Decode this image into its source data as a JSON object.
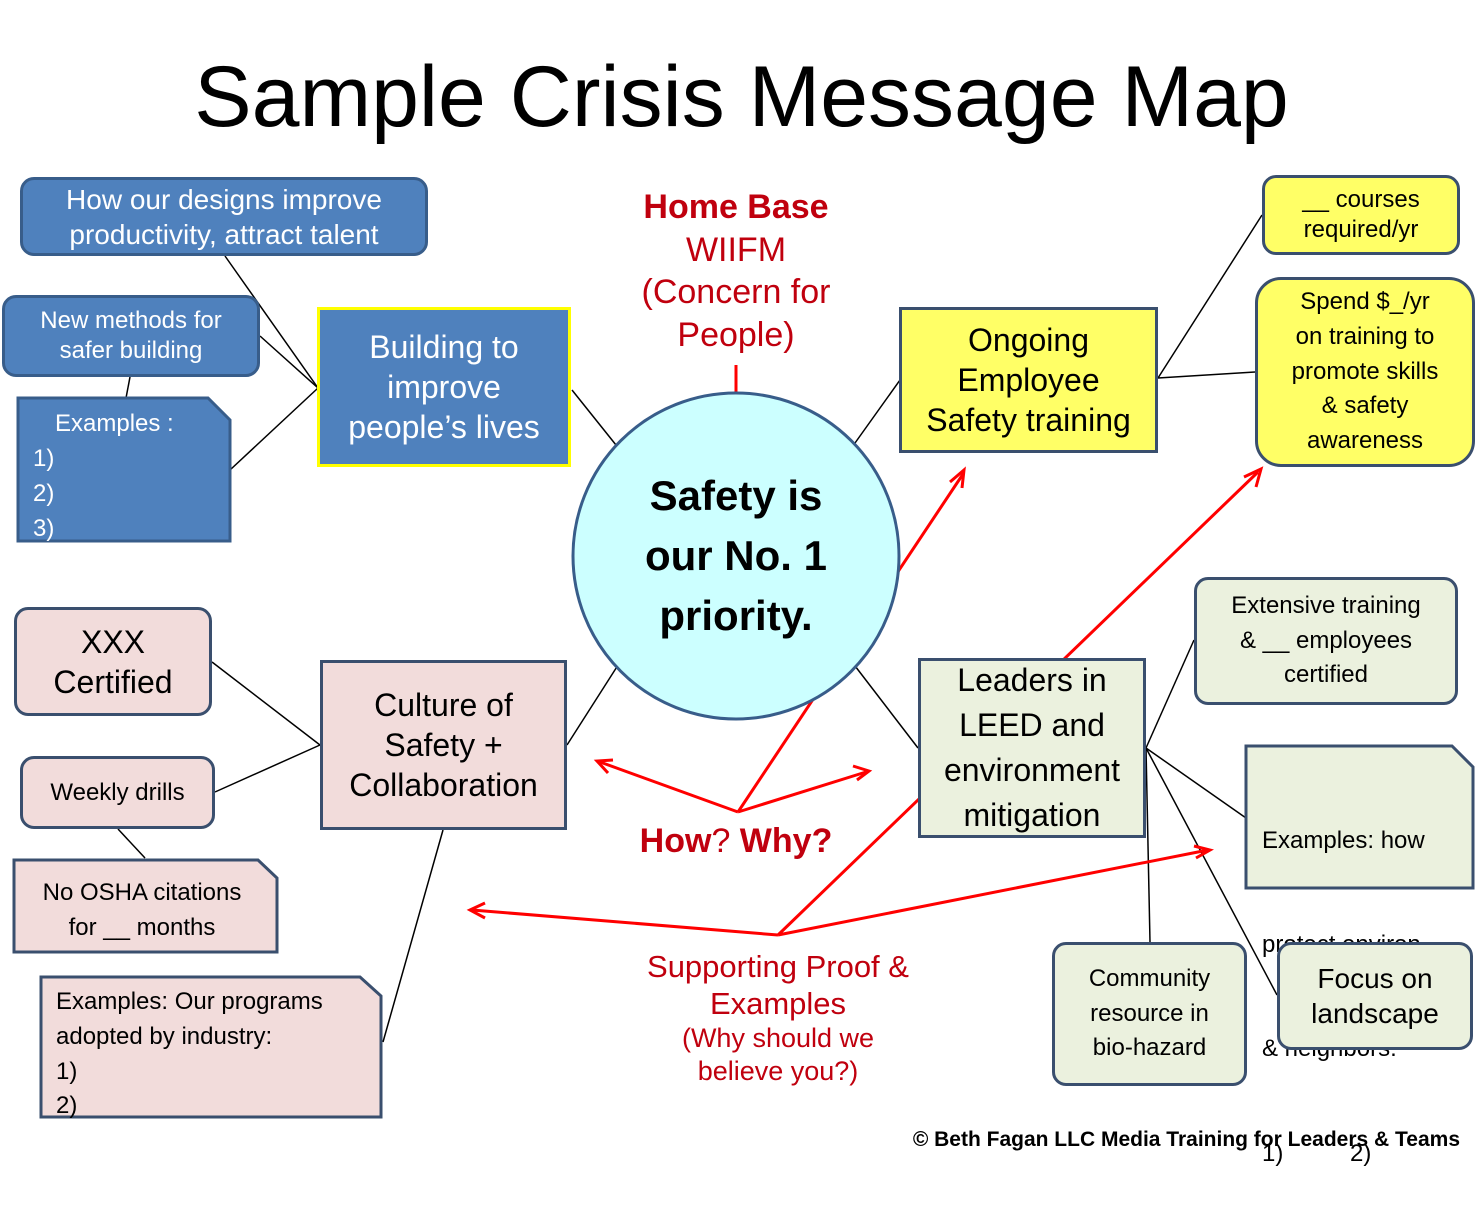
{
  "title": "Sample Crisis Message Map",
  "center": {
    "lines": [
      "Safety is",
      "our No. 1",
      "priority."
    ]
  },
  "home_base": {
    "label": "Home Base",
    "lines": [
      "WIIFM",
      "(Concern for",
      "People)"
    ]
  },
  "how_why": {
    "how": "How",
    "q": "? ",
    "why": "Why?"
  },
  "supporting": {
    "lines": [
      "Supporting Proof &",
      "Examples"
    ],
    "sub": [
      "(Why should we",
      "believe you?)"
    ]
  },
  "topics": {
    "building": [
      "Building to",
      "improve",
      "people’s lives"
    ],
    "training": [
      "Ongoing",
      "Employee",
      "Safety training"
    ],
    "culture": [
      "Culture of",
      "Safety +",
      "Collaboration"
    ],
    "leeds": [
      "Leaders in",
      "LEED and",
      "environment",
      "mitigation"
    ]
  },
  "proofs": {
    "designs": [
      "How our designs improve",
      "productivity, attract talent"
    ],
    "methods": [
      "New methods for",
      "safer building"
    ],
    "examples_blue": [
      "Examples :",
      "1)",
      "2)",
      "3)"
    ],
    "courses": [
      "__ courses",
      "required/yr"
    ],
    "spend": [
      "Spend $_/yr",
      "on training to",
      "promote skills",
      "& safety",
      "awareness"
    ],
    "certified": [
      "XXX",
      "Certified"
    ],
    "drills": [
      "Weekly drills"
    ],
    "osha": [
      "No OSHA citations",
      "for __ months"
    ],
    "programs": [
      "Examples: Our programs",
      "adopted by industry:",
      "1)",
      "2)"
    ],
    "extensive": [
      "Extensive training",
      "& __ employees",
      "certified"
    ],
    "environ": [
      "Examples: how",
      "protect environ",
      "& neighbors:",
      "1)          2)"
    ],
    "community": [
      "Community",
      "resource in",
      "bio-hazard"
    ],
    "landscape": [
      "Focus on",
      "landscape"
    ]
  },
  "footer": "© Beth Fagan LLC Media Training for Leaders & Teams",
  "colors": {
    "blue_fill": "#4f81bd",
    "pink_fill": "#f2dcdb",
    "green_fill": "#ebf1de",
    "yellow_fill": "#ffff66",
    "center_fill": "#ccffff",
    "accent_red": "#c0000e",
    "arrow_red": "#ff0000"
  }
}
